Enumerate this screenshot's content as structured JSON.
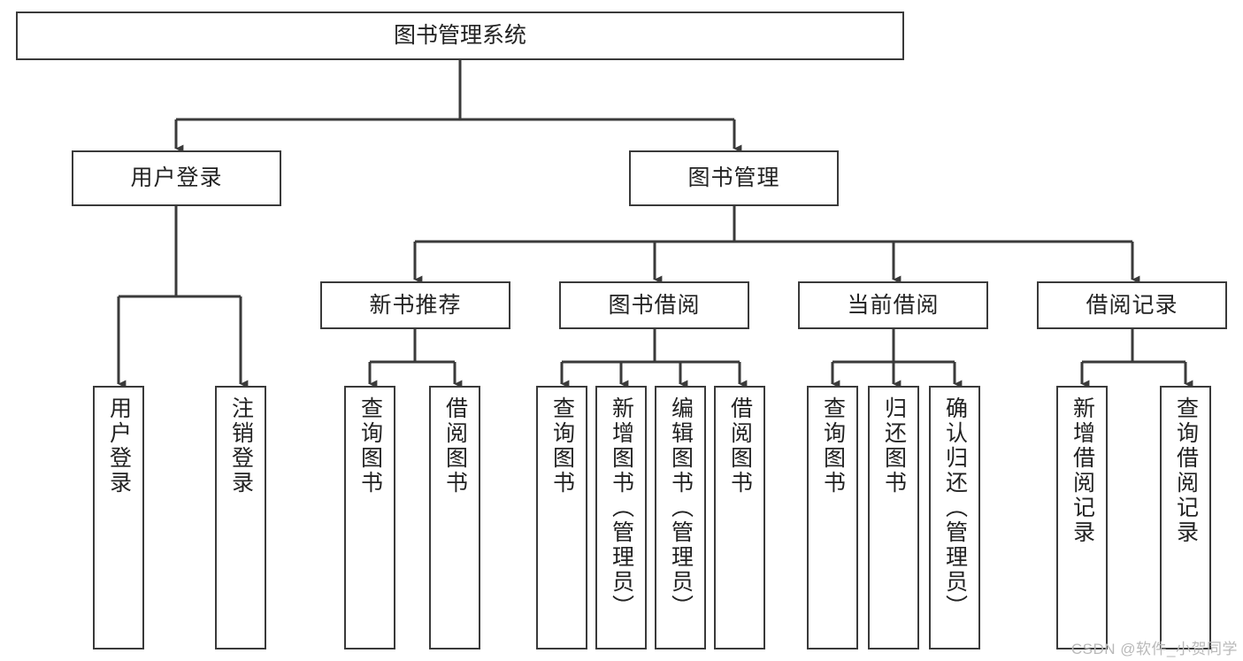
{
  "diagram": {
    "title": "图书管理系统",
    "type": "hierarchy-tree",
    "watermark": "CSDN @软件_小贺同学",
    "colors": {
      "stroke": "#3a3a3a",
      "fill": "#ffffff",
      "text": "#222222",
      "watermark": "#b9b9b9"
    },
    "root": {
      "label": "图书管理系统"
    },
    "level2": [
      {
        "label": "用户登录"
      },
      {
        "label": "图书管理"
      }
    ],
    "level3": [
      {
        "label": "新书推荐"
      },
      {
        "label": "图书借阅"
      },
      {
        "label": "当前借阅"
      },
      {
        "label": "借阅记录"
      }
    ],
    "leaves": {
      "user_login": [
        {
          "label": "用户登录"
        },
        {
          "label": "注销登录"
        }
      ],
      "new_book_recommend": [
        {
          "label": "查询图书"
        },
        {
          "label": "借阅图书"
        }
      ],
      "book_borrow": [
        {
          "label": "查询图书"
        },
        {
          "label": "新增图书（管理员）"
        },
        {
          "label": "编辑图书（管理员）"
        },
        {
          "label": "借阅图书"
        }
      ],
      "current_borrow": [
        {
          "label": "查询图书"
        },
        {
          "label": "归还图书"
        },
        {
          "label": "确认归还（管理员）"
        }
      ],
      "borrow_record": [
        {
          "label": "新增借阅记录"
        },
        {
          "label": "查询借阅记录"
        }
      ]
    }
  }
}
